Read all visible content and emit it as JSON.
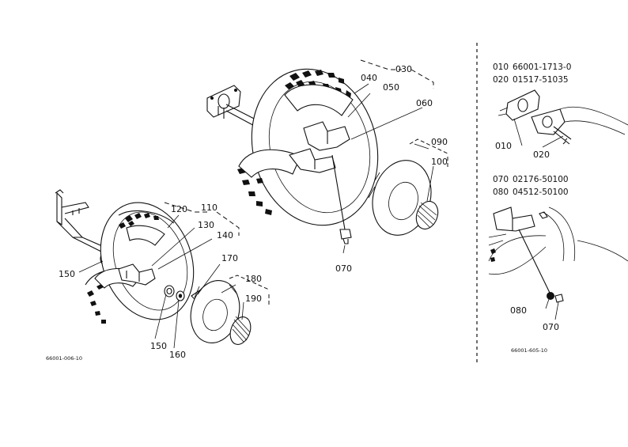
{
  "callouts": {
    "c030": "030",
    "c040": "040",
    "c050": "050",
    "c060": "060",
    "c070a": "070",
    "c090": "090",
    "c100": "100",
    "c110": "110",
    "c120": "120",
    "c130": "130",
    "c140": "140",
    "c150a": "150",
    "c150b": "150",
    "c160": "160",
    "c170": "170",
    "c180": "180",
    "c190": "190",
    "c010": "010",
    "c020": "020",
    "c080": "080",
    "c070b": "070"
  },
  "parts_list": {
    "top": [
      {
        "ref": "010",
        "part": "66001-1713-0"
      },
      {
        "ref": "020",
        "part": "01517-51035"
      }
    ],
    "bottom": [
      {
        "ref": "070",
        "part": "02176-50100"
      },
      {
        "ref": "080",
        "part": "04512-50100"
      }
    ]
  },
  "codes": {
    "left_drawing": "66001-006-10",
    "right_drawing": "66001-605-10"
  }
}
